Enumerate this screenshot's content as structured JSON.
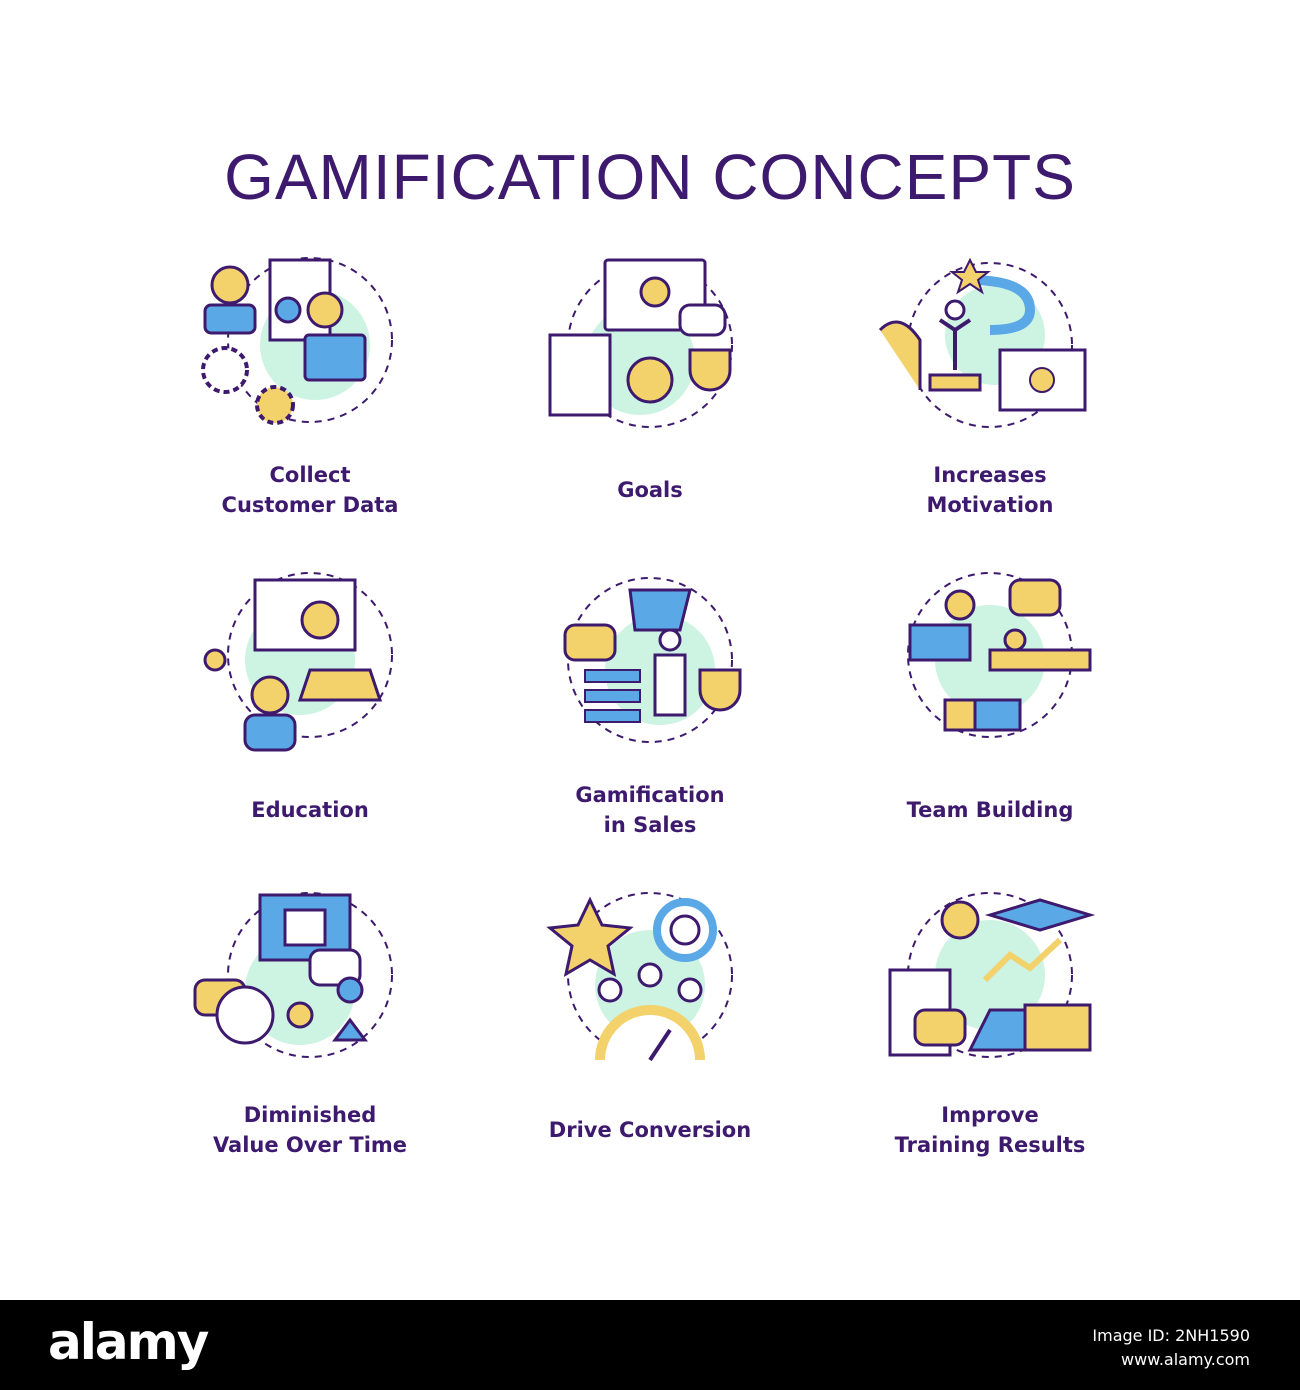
{
  "title": "GAMIFICATION CONCEPTS",
  "colors": {
    "title": "#3d1a6e",
    "stroke": "#3d1a6e",
    "blue": "#5aa9e6",
    "yellow": "#f3d16b",
    "mint": "#cdf3e2"
  },
  "concepts": [
    {
      "line1": "Collect",
      "line2": "Customer Data",
      "icon": "customer-data-icon"
    },
    {
      "line1": "Goals",
      "line2": "",
      "icon": "goals-icon"
    },
    {
      "line1": "Increases",
      "line2": "Motivation",
      "icon": "motivation-icon"
    },
    {
      "line1": "Education",
      "line2": "",
      "icon": "education-icon"
    },
    {
      "line1": "Gamification",
      "line2": "in Sales",
      "icon": "sales-icon"
    },
    {
      "line1": "Team Building",
      "line2": "",
      "icon": "team-building-icon"
    },
    {
      "line1": "Diminished",
      "line2": "Value Over Time",
      "icon": "diminished-value-icon"
    },
    {
      "line1": "Drive Conversion",
      "line2": "",
      "icon": "drive-conversion-icon"
    },
    {
      "line1": "Improve",
      "line2": "Training Results",
      "icon": "training-results-icon"
    }
  ],
  "footer": {
    "brand": "alamy",
    "image_id": "Image ID: 2NH1590",
    "site": "www.alamy.com"
  }
}
